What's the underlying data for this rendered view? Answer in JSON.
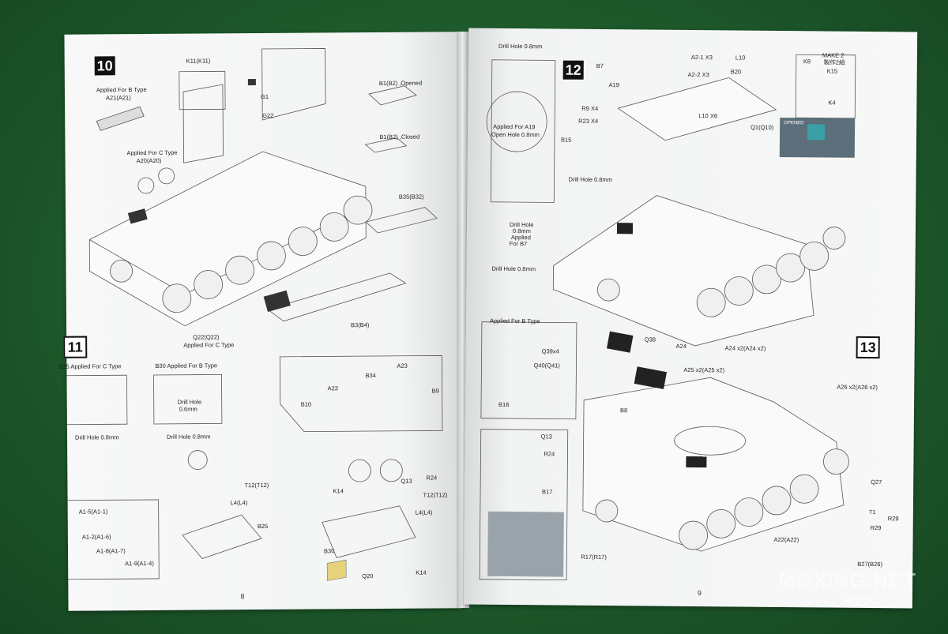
{
  "left_page": {
    "page_number": "8",
    "step10": {
      "number": "10",
      "labels": {
        "k11": "K11(K11)",
        "applied_b": "Applied For B Type",
        "a21": "A21(A21)",
        "applied_c": "Applied For C Type",
        "a20": "A20(A20)",
        "g1": "G1",
        "g22": "G22",
        "b1_opened": "B1(B2) ,Opened",
        "b1_closed": "B1(B2) ,Closed",
        "b35": "B35(B32)",
        "b3": "B3(B4)",
        "q22": "Q22(Q22)",
        "q22_note": "Applied For C Type"
      }
    },
    "step11": {
      "number": "11",
      "labels": {
        "b25_c": "B25 Applied For C Type",
        "b30_b": "B30 Applied For B Type",
        "drill1": "Drill Hole 0.8mm",
        "drill2": "Drill Hole",
        "drill2b": "0.6mm",
        "drill3": "Drill Hole 0.8mm",
        "b34": "B34",
        "a23a": "A23",
        "a23b": "A23",
        "b9": "B9",
        "b10": "B10",
        "a1_5": "A1-5(A1-1)",
        "a1_2": "A1-2(A1-6)",
        "a1_8": "A1-8(A1-7)",
        "a1_9": "A1-9(A1-4)",
        "t12a": "T12(T12)",
        "l4a": "L4(L4)",
        "b25": "B25",
        "k14a": "K14",
        "b30": "B30",
        "q13": "Q13",
        "r24": "R24",
        "t12b": "T12(T12)",
        "l4b": "L4(L4)",
        "q20": "Q20",
        "k14b": "K14"
      }
    }
  },
  "right_page": {
    "page_number": "9",
    "step12": {
      "number": "12",
      "labels": {
        "drill_top": "Drill Hole 0.8mm",
        "b7": "B7",
        "a2_1": "A2-1 X3",
        "a2_2": "A2-2 X3",
        "l10": "L10",
        "b20": "B20",
        "k8": "K8",
        "make2": "MAKE 2",
        "make2_cn": "製作2組",
        "k15": "K15",
        "k4": "K4",
        "a19": "A19",
        "r9": "R9 X4",
        "r23": "R23 X4",
        "l10x6": "L10 X6",
        "q1": "Q1(Q10)",
        "opened": "OPENED",
        "applied_a19": "Applied For A19",
        "open_hole": "Open Hole 0.8mm",
        "b15": "B15",
        "drill_mid": "Drill Hole 0.8mm",
        "drill_b7a": "Drill Hole",
        "drill_b7b": "0.8mm",
        "drill_b7c": "Applied",
        "drill_b7d": "For B7",
        "drill_bottom": "Drill Hole 0.8mm"
      }
    },
    "step13": {
      "number": "13",
      "labels": {
        "applied_b": "Applied For B Type",
        "q39": "Q39x4",
        "q40": "Q40(Q41)",
        "b16": "B16",
        "q38": "Q38",
        "a24": "A24",
        "a24x2": "A24 x2(A24 x2)",
        "a25x2": "A25 x2(A25 x2)",
        "a26x2": "A26 x2(A26 x2)",
        "b8": "B8",
        "q13": "Q13",
        "r24": "R24",
        "b17": "B17",
        "q27": "Q27",
        "t1": "T1",
        "r29a": "R29",
        "r29b": "R29",
        "a22": "A22(A22)",
        "r17": "R17(R17)",
        "b27": "B27(B26)"
      }
    }
  },
  "watermark": {
    "text": "MOXING.NET",
    "sub": "模型网"
  },
  "colors": {
    "table": "#1e5a2b",
    "paper": "#f4f6f5",
    "ink": "#222222",
    "step_box": "#111111"
  }
}
